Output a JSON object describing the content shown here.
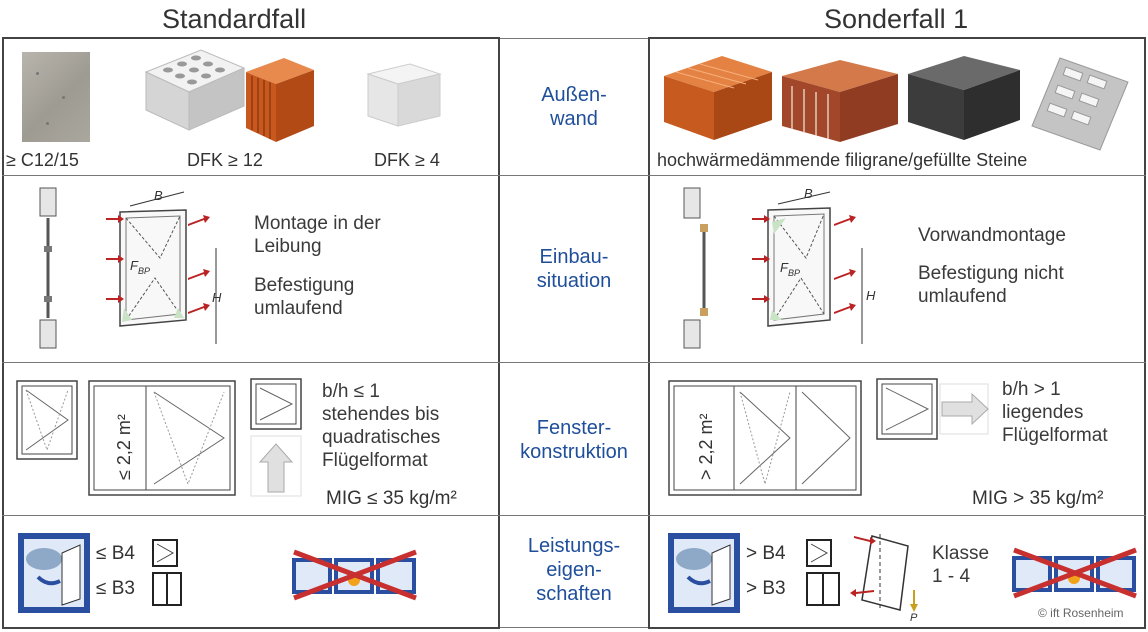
{
  "headers": {
    "standard": "Standardfall",
    "special": "Sonderfall 1"
  },
  "rows": [
    {
      "label_lines": [
        "Außen-",
        "wand"
      ]
    },
    {
      "label_lines": [
        "Einbau-",
        "situation"
      ]
    },
    {
      "label_lines": [
        "Fenster-",
        "konstruktion"
      ]
    },
    {
      "label_lines": [
        "Leistungs-",
        "eigen-",
        "schaften"
      ]
    }
  ],
  "standard": {
    "wall": {
      "concrete": "≥ C12/15",
      "brick": "DFK ≥ 12",
      "aerated": "DFK ≥ 4"
    },
    "install": {
      "b": "B",
      "h": "H",
      "f": "F",
      "f_sub": "BP",
      "text1": [
        "Montage in der",
        "Leibung"
      ],
      "text2": [
        "Befestigung",
        "umlaufend"
      ]
    },
    "window": {
      "area": "≤ 2,2 m²",
      "text": [
        "b/h ≤ 1",
        "stehendes bis",
        "quadratisches",
        "Flügelformat"
      ],
      "mig": "MIG ≤ 35 kg/m²"
    },
    "perf": {
      "b4": "≤ B4",
      "b3": "≤ B3"
    }
  },
  "special": {
    "wall": {
      "caption": "hochwärmedämmende filigrane/gefüllte Steine"
    },
    "install": {
      "b": "B",
      "h": "H",
      "f": "F",
      "f_sub": "BP",
      "text1": [
        "Vorwandmontage"
      ],
      "text2": [
        "Befestigung nicht",
        "umlaufend"
      ]
    },
    "window": {
      "area": "> 2,2 m²",
      "text": [
        "b/h > 1",
        "liegendes",
        "Flügelformat"
      ],
      "mig": "MIG > 35 kg/m²"
    },
    "perf": {
      "b4": "> B4",
      "b3": "> B3",
      "class": [
        "Klasse",
        "1 - 4"
      ],
      "p": "P"
    }
  },
  "copyright": "© ift Rosenheim"
}
